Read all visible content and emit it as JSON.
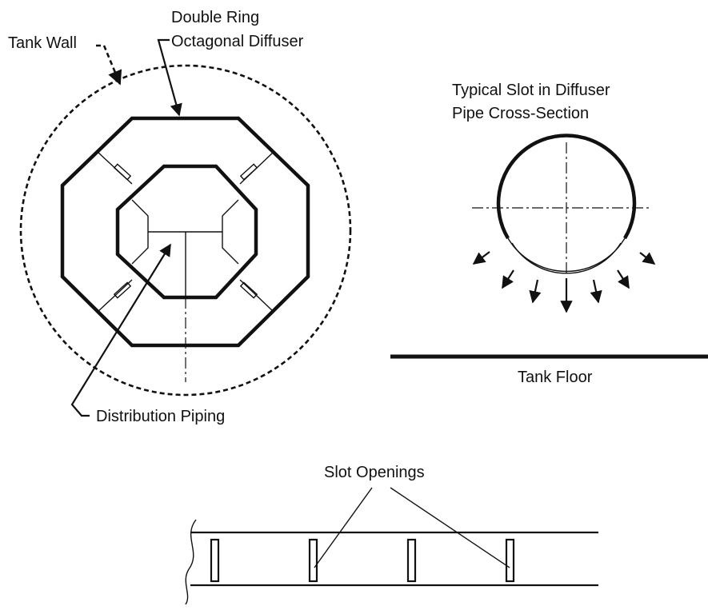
{
  "labels": {
    "tank_wall": "Tank Wall",
    "diffuser_line1": "Double Ring",
    "diffuser_line2": "Octagonal Diffuser",
    "slot_title_line1": "Typical Slot in Diffuser",
    "slot_title_line2": "Pipe Cross-Section",
    "tank_floor": "Tank Floor",
    "distribution_piping": "Distribution Piping",
    "slot_openings": "Slot Openings"
  },
  "colors": {
    "ink": "#111111",
    "background": "#ffffff"
  }
}
